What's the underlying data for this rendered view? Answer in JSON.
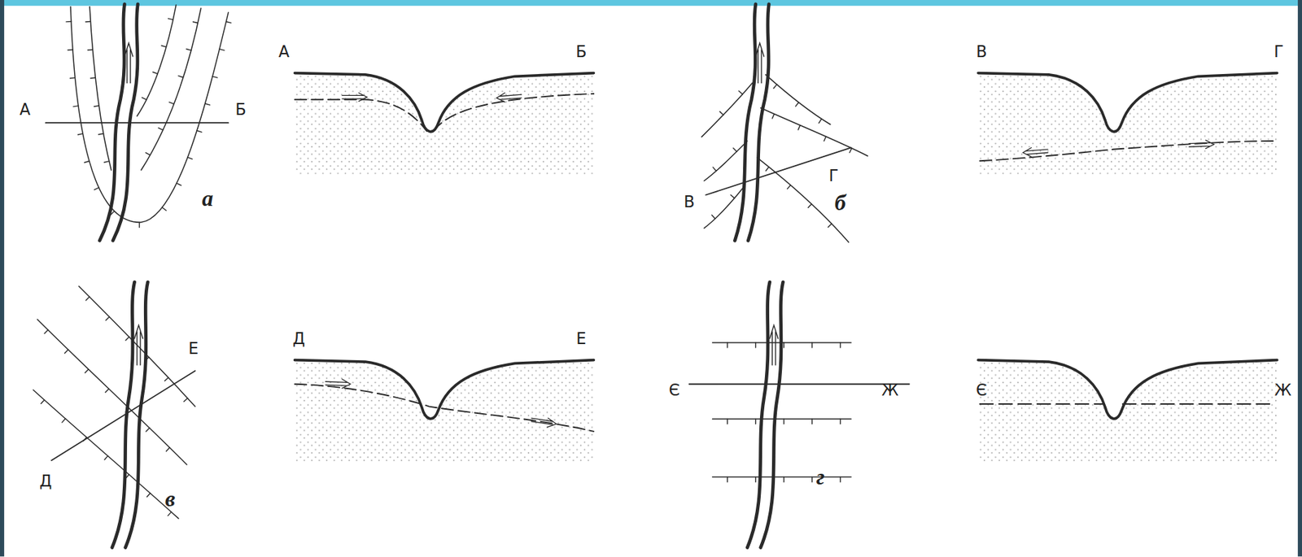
{
  "diagram": {
    "labels": [
      "А",
      "Б",
      "а",
      "А",
      "Б",
      "Г",
      "В",
      "б",
      "В",
      "Г",
      "Е",
      "Д",
      "в",
      "Д",
      "Е",
      "Є",
      "Ж",
      "г",
      "Є",
      "Ж"
    ]
  }
}
